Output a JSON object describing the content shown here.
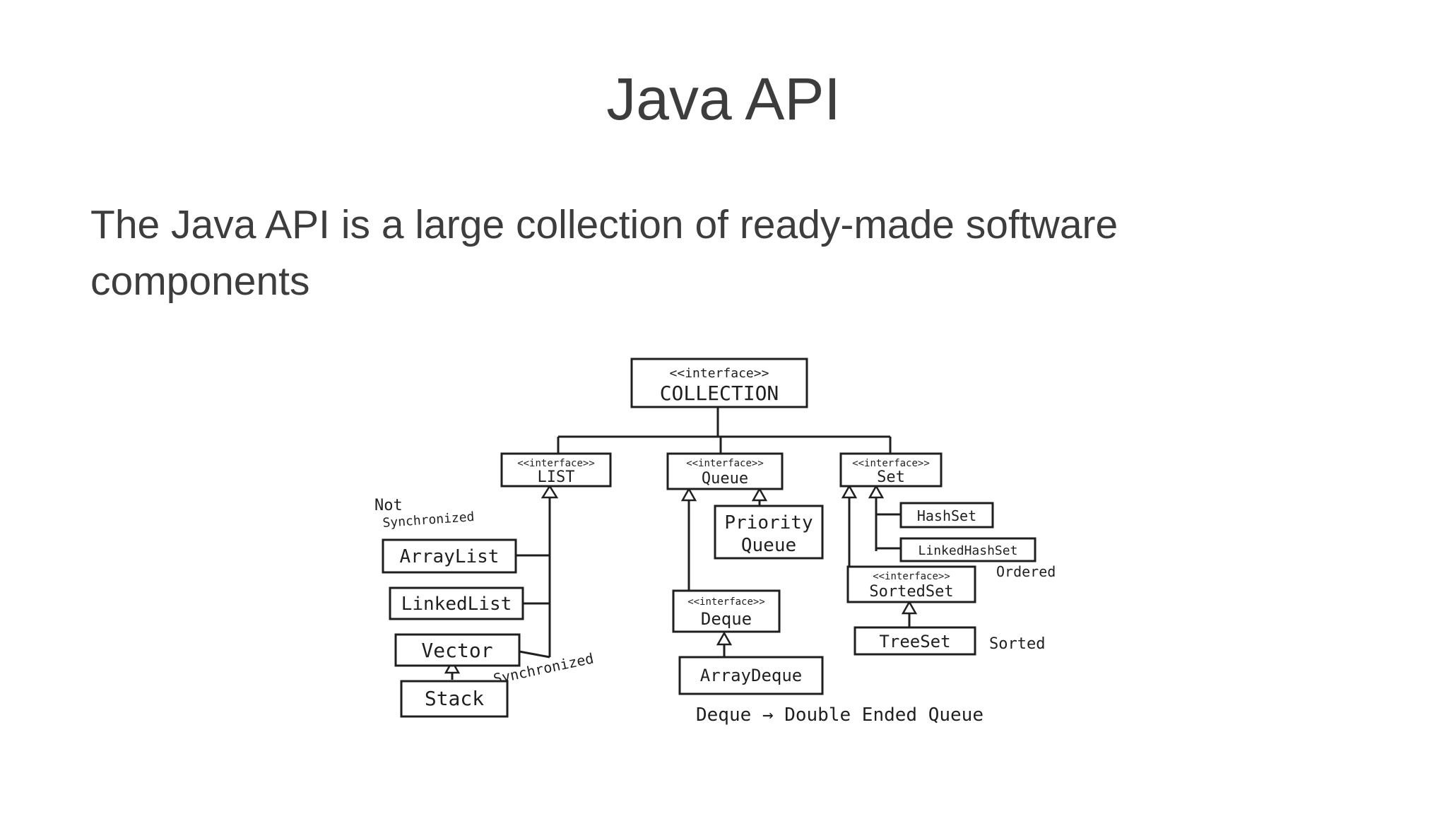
{
  "slide": {
    "title": "Java API",
    "body": "The Java API is a large collection of ready-made software components"
  },
  "diagram": {
    "interface_tag": "<<interface>>",
    "collection": "COLLECTION",
    "list": "LIST",
    "queue": "Queue",
    "set": "Set",
    "arraylist": "ArrayList",
    "linkedlist": "LinkedList",
    "vector": "Vector",
    "stack": "Stack",
    "not": "Not",
    "synchronized_note": "Synchronized",
    "synchronized_vector": "Synchronized",
    "priority_line1": "Priority",
    "priority_line2": "Queue",
    "deque": "Deque",
    "arraydeque": "ArrayDeque",
    "hashset": "HashSet",
    "linkedhashset": "LinkedHashSet",
    "ordered": "Ordered",
    "sortedset": "SortedSet",
    "treeset": "TreeSet",
    "sorted": "Sorted",
    "footnote": "Deque → Double Ended Queue"
  }
}
